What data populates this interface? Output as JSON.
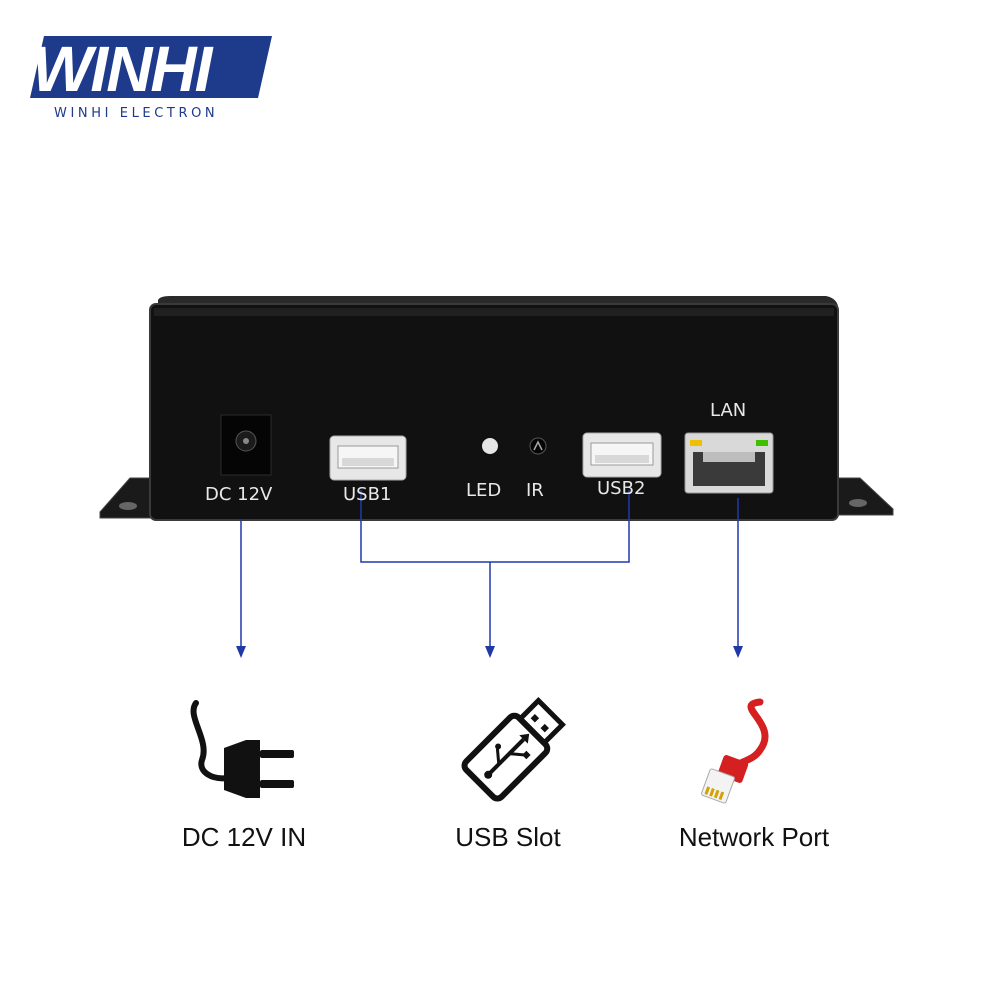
{
  "brand": {
    "logo_text": "WINHI",
    "tagline": "WINHI ELECTRON",
    "color": "#1e3a8a"
  },
  "device": {
    "labels": {
      "dc": "DC 12V",
      "usb1": "USB1",
      "led": "LED",
      "ir": "IR",
      "usb2": "USB2",
      "lan": "LAN"
    },
    "body_color": "#111111"
  },
  "features": [
    {
      "icon": "power-plug-icon",
      "label": "DC 12V IN"
    },
    {
      "icon": "usb-stick-icon",
      "label": "USB Slot"
    },
    {
      "icon": "ethernet-cable-icon",
      "label": "Network Port"
    }
  ],
  "colors": {
    "arrow": "#1f3aa8",
    "cable": "#d42020"
  }
}
